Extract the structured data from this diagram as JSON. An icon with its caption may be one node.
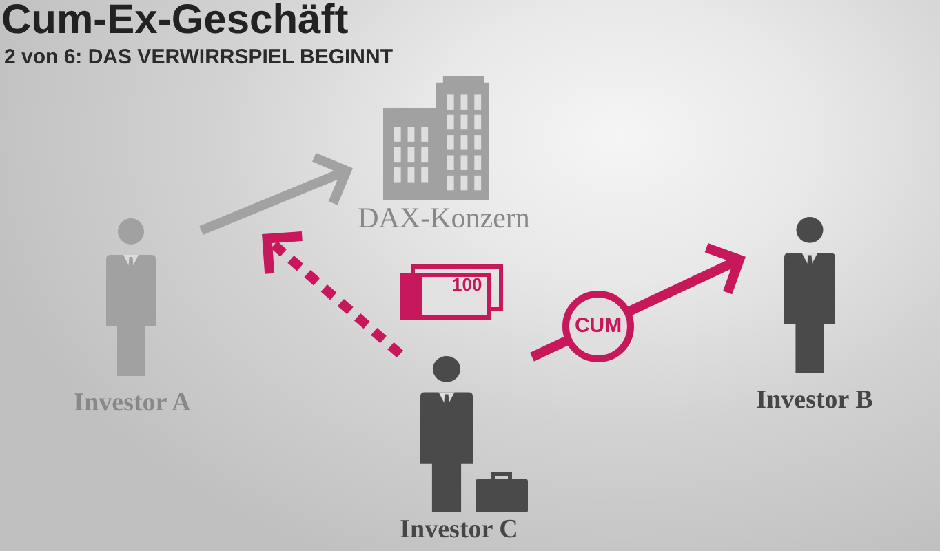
{
  "diagram": {
    "title": "Cum-Ex-Geschäft",
    "nodes": [
      {
        "text": [
          "DAX-Konzern"
        ]
      },
      {
        "text": [
          "Investor A"
        ]
      },
      {
        "text": [
          "Investor B"
        ]
      },
      {
        "text": [
          "Investor C"
        ]
      }
    ],
    "edges": [
      {
        "from": 1,
        "to": 0,
        "arrow": "to",
        "color": "#a2a2a2"
      },
      {
        "from": 3,
        "to": null,
        "arrow": "to",
        "style": "dashed"
      },
      {
        "from": 3,
        "to": 2,
        "arrow": "to",
        "label": "CUM"
      }
    ],
    "labels": [
      "2 von 6: DAS VERWIRRSPIEL BEGINNT",
      "100"
    ]
  }
}
